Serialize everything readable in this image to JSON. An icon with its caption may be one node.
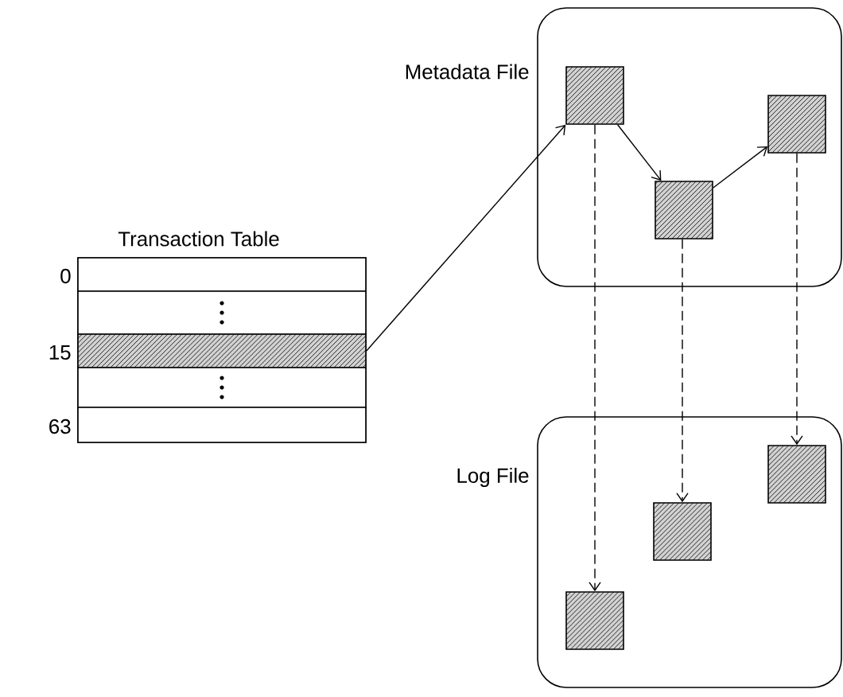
{
  "diagram": {
    "nodes": [
      {
        "text": [
          "Metadata File"
        ]
      },
      {
        "text": [],
        "shape": "box",
        "in": 0
      },
      {
        "text": [],
        "shape": "box",
        "in": 0
      },
      {
        "text": [],
        "shape": "box",
        "in": 0
      },
      {
        "text": [
          "Transaction Table"
        ]
      },
      {
        "text": [],
        "shape": "box",
        "in": 4,
        "beside": [
          "0"
        ]
      },
      {
        "text": [],
        "shape": "box",
        "in": 4
      },
      {
        "text": [],
        "shape": "box",
        "in": 4,
        "beside": [
          "15"
        ]
      },
      {
        "text": [],
        "shape": "box",
        "in": 4
      },
      {
        "text": [],
        "shape": "box",
        "in": 4,
        "beside": [
          "63"
        ]
      },
      {
        "text": [
          "Log File"
        ]
      },
      {
        "text": [],
        "shape": "box",
        "in": 10
      },
      {
        "text": [],
        "shape": "box",
        "in": 10
      },
      {
        "text": [],
        "shape": "box",
        "in": 10
      }
    ],
    "edges": [
      {
        "from": 7,
        "to": 1,
        "arrow": "to"
      },
      {
        "from": 1,
        "to": 2,
        "arrow": "to"
      },
      {
        "from": 2,
        "to": 3,
        "arrow": "to"
      },
      {
        "from": 1,
        "to": 11,
        "arrow": "to",
        "style": "dashed"
      },
      {
        "from": 2,
        "to": 12,
        "arrow": "to",
        "style": "dashed"
      },
      {
        "from": 3,
        "to": 13,
        "arrow": "to",
        "style": "dashed"
      }
    ]
  }
}
